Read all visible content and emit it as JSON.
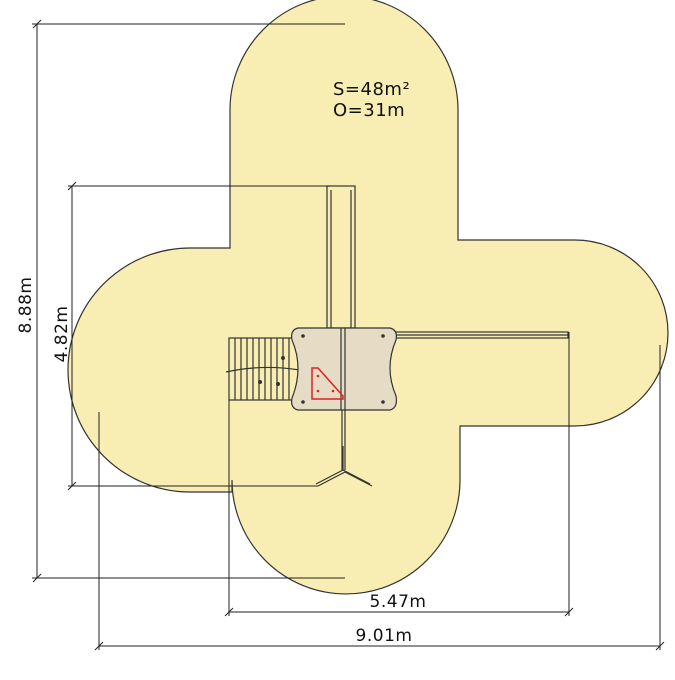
{
  "area": {
    "surface_label": "S=48m²",
    "perimeter_label": "O=31m",
    "fill_color": "#f8eeb3",
    "outline_color": "#333333"
  },
  "dimensions": {
    "total_height": "8.88m",
    "equipment_height": "4.82m",
    "equipment_width": "5.47m",
    "total_width": "9.01m"
  },
  "equipment": {
    "body_color": "#e6dcc6",
    "marker_color": "#e02020"
  }
}
